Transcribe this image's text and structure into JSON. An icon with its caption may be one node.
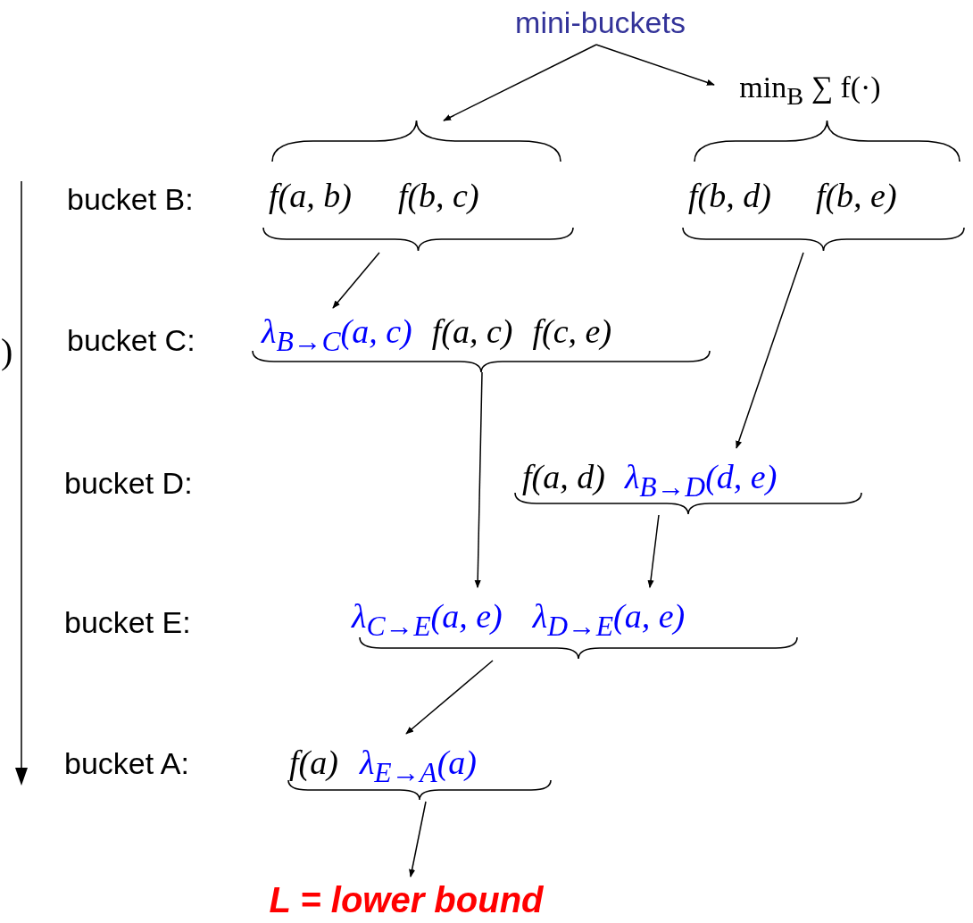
{
  "diagram": {
    "nodes": [
      {
        "text": [
          "mini-buckets"
        ]
      },
      {
        "text": [
          "min$_{B}$ ∑ f(·)"
        ]
      },
      {
        "text": [
          "f(a, b)",
          "f(b, c)"
        ]
      },
      {
        "text": [
          "f(b, d)",
          "f(b, e)"
        ]
      },
      {
        "text": [
          "λ$_{B→C}$(a, c)",
          "f(a, c)",
          "f(c, e)"
        ]
      },
      {
        "text": [
          "f(a, d)",
          "λ$_{B→D}$(d, e)"
        ]
      },
      {
        "text": [
          "λ$_{C→E}$(a, e)",
          "λ$_{D→E}$(a, e)"
        ]
      },
      {
        "text": [
          "f(a)",
          "λ$_{E→A}$(a)"
        ]
      },
      {
        "text": [
          "L = lower bound"
        ]
      }
    ],
    "edges": [
      {
        "from": 0,
        "to": 2,
        "arrow": "to"
      },
      {
        "from": 0,
        "to": 1,
        "arrow": "to"
      },
      {
        "from": 2,
        "to": 4,
        "arrow": "to"
      },
      {
        "from": 3,
        "to": 5,
        "arrow": "to"
      },
      {
        "from": 4,
        "to": 6,
        "arrow": "to"
      },
      {
        "from": 5,
        "to": 6,
        "arrow": "to"
      },
      {
        "from": 6,
        "to": 7,
        "arrow": "to"
      },
      {
        "from": 7,
        "to": 8,
        "arrow": "to"
      }
    ],
    "labels": [
      "bucket B:",
      ")",
      "bucket C:",
      "bucket D:",
      "bucket E:",
      "bucket A:"
    ]
  }
}
